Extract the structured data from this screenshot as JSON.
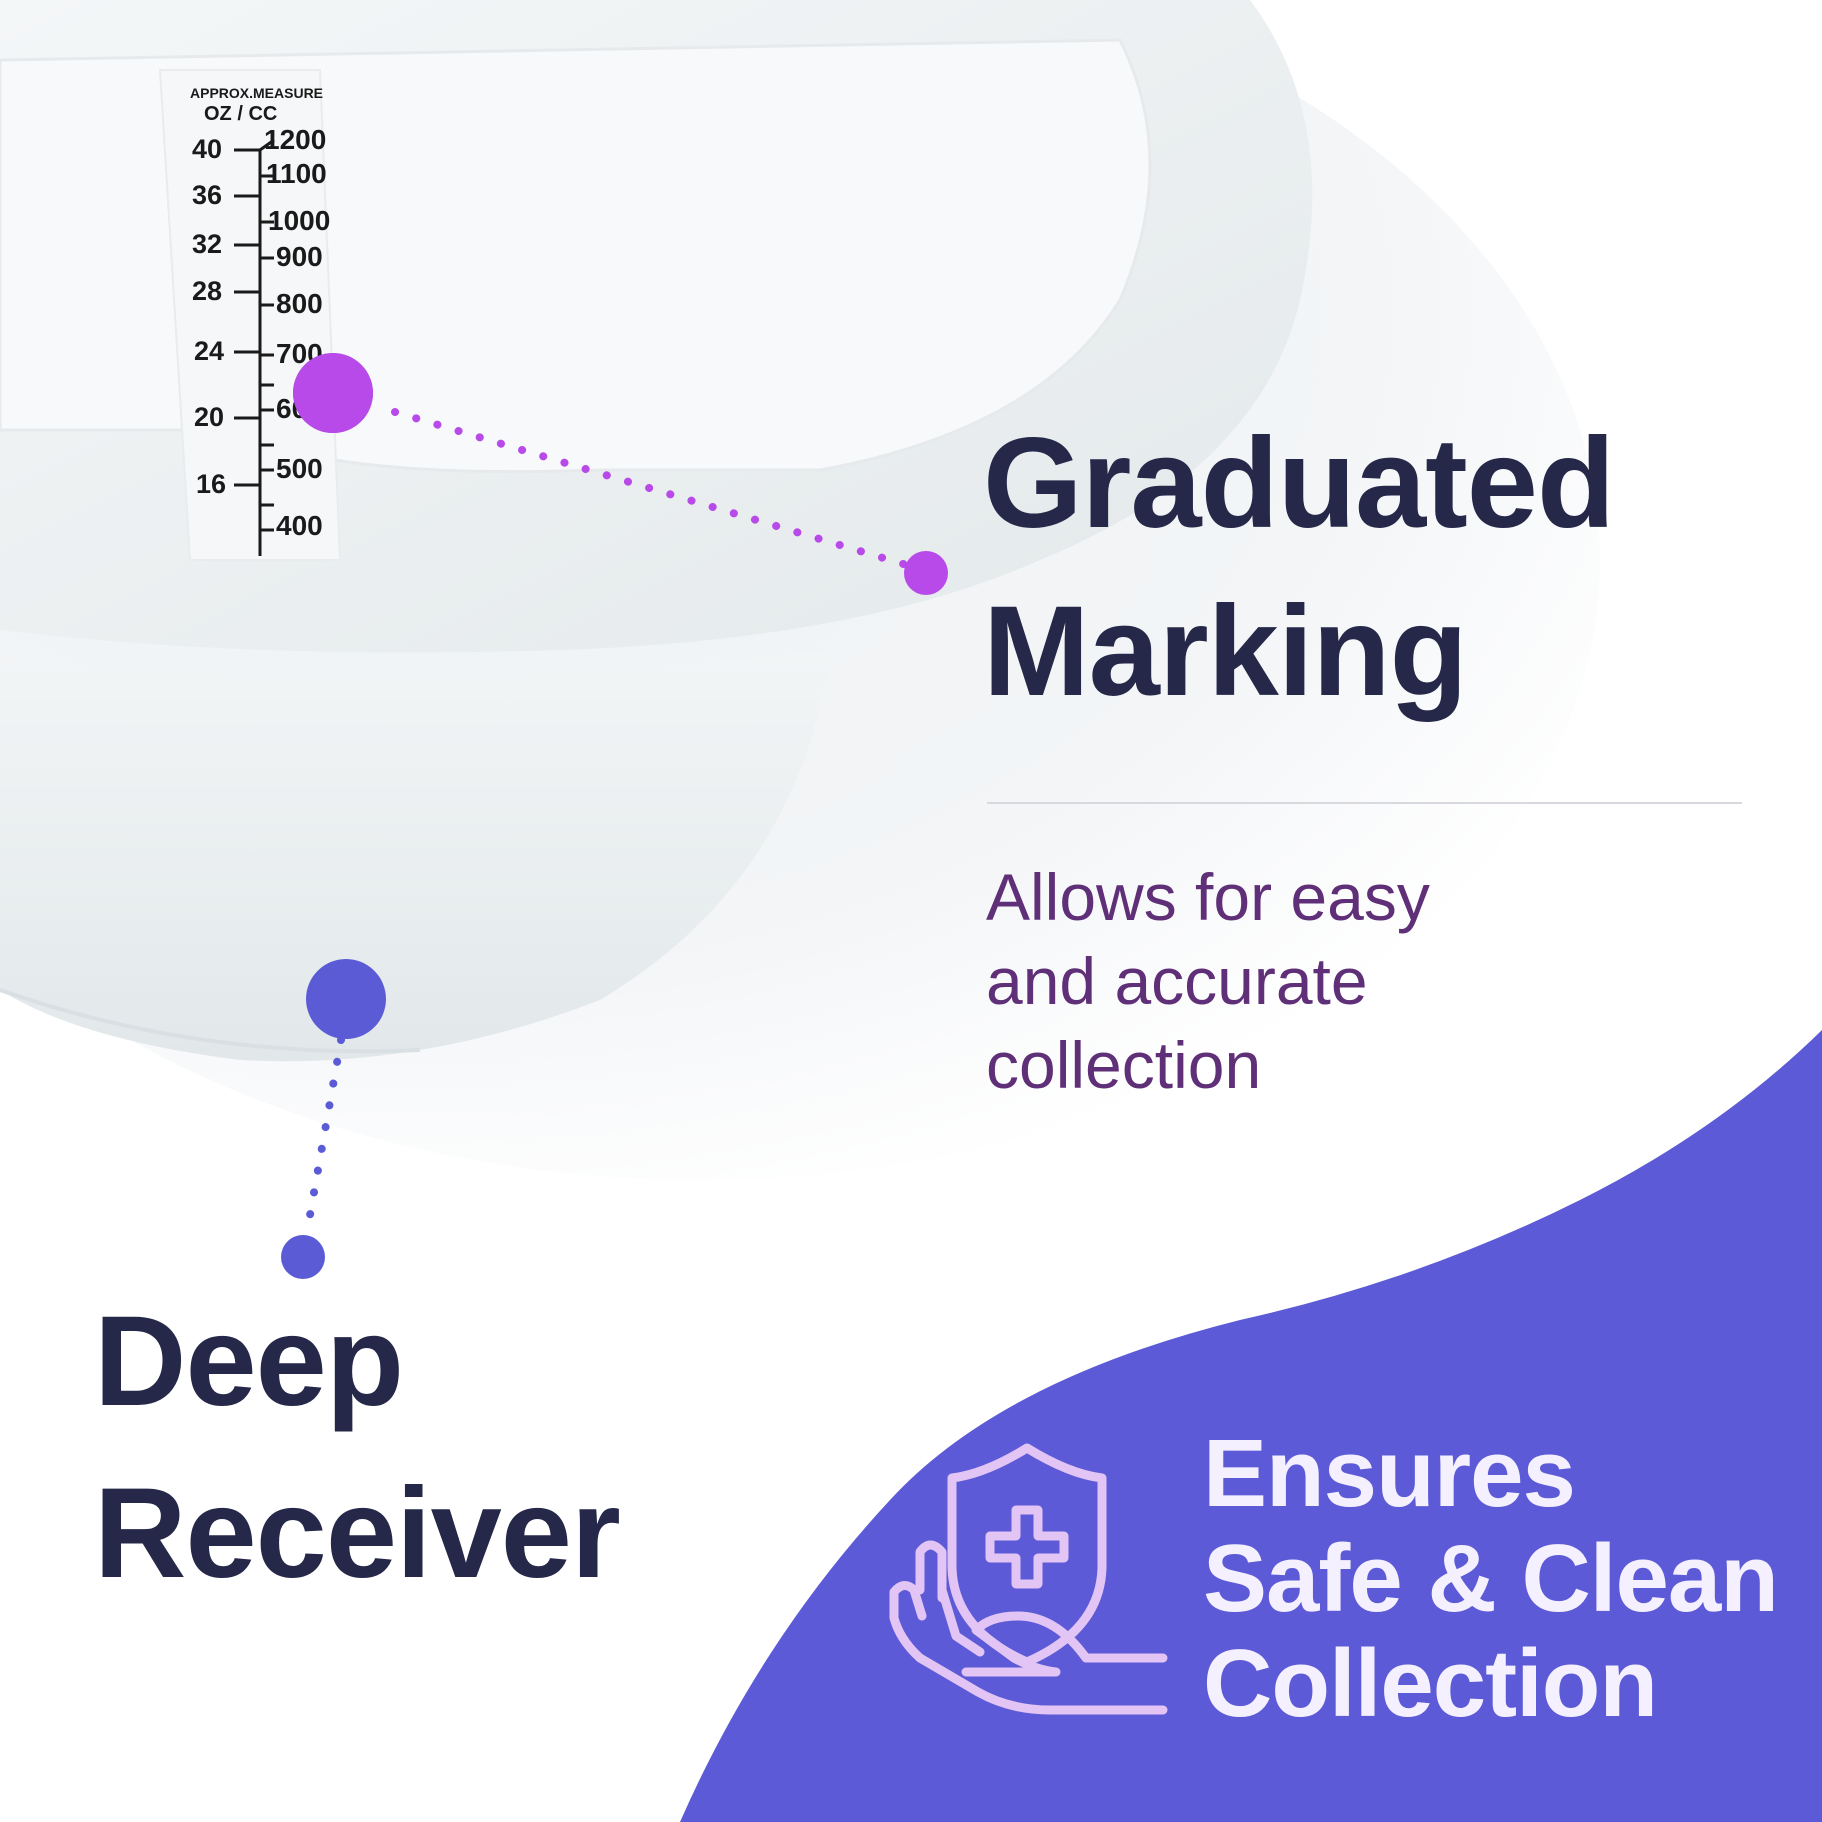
{
  "colors": {
    "heading": "#252849",
    "subtext": "#5f2f78",
    "accent_purple": "#b74ae8",
    "accent_indigo": "#5b5bd6",
    "panel": "#5c5ad6",
    "panel_text": "#f4f0ff",
    "icon_stroke": "#e2c4f5"
  },
  "measure": {
    "header_line1": "APPROX.MEASURE",
    "header_line2": "OZ / CC",
    "oz_labels": [
      "40",
      "36",
      "32",
      "28",
      "24",
      "20",
      "16"
    ],
    "cc_labels": [
      "1200",
      "1100",
      "1000",
      "900",
      "800",
      "700",
      "600",
      "500",
      "400"
    ]
  },
  "graduated": {
    "title_line1": "Graduated",
    "title_line2": "Marking",
    "desc_line1": "Allows for easy",
    "desc_line2": "and accurate",
    "desc_line3": "collection"
  },
  "deep": {
    "title_line1": "Deep",
    "title_line2": "Receiver"
  },
  "safety": {
    "line1": "Ensures",
    "line2": "Safe & Clean",
    "line3": "Collection",
    "icon": "shield-hand-medical-icon"
  }
}
